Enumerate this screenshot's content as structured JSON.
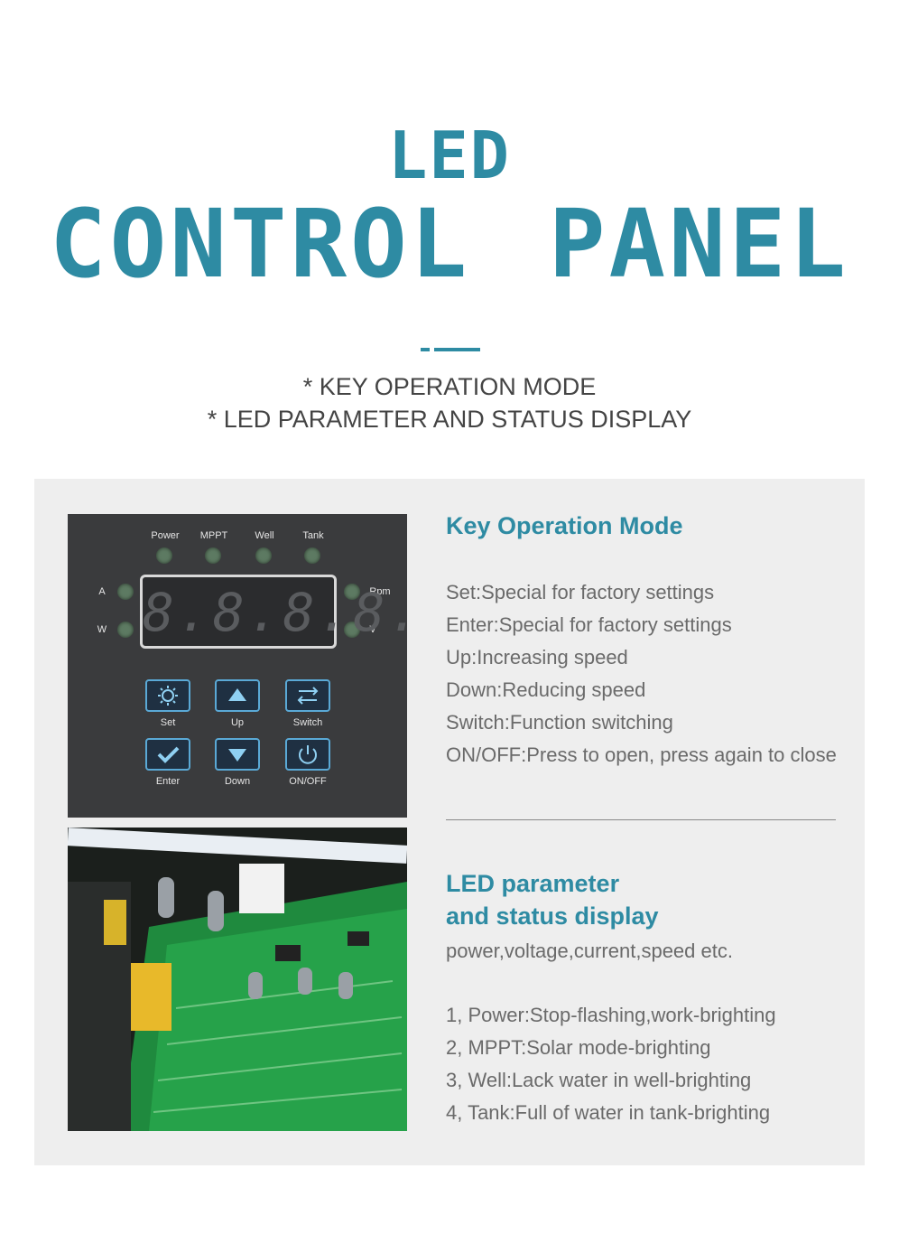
{
  "header": {
    "title_line1": "LED",
    "title_line2": "CONTROL PANEL",
    "subtitle_1": "* KEY OPERATION MODE",
    "subtitle_2": "* LED PARAMETER AND STATUS DISPLAY"
  },
  "colors": {
    "accent": "#2e8ba3",
    "panel_bg": "#eeeeee",
    "text": "#6a6a6a"
  },
  "control_panel_photo": {
    "indicators": [
      "Power",
      "MPPT",
      "Well",
      "Tank"
    ],
    "left_labels": [
      "A",
      "W"
    ],
    "right_labels": [
      "Rpm",
      "V"
    ],
    "display": "8.8.8.8.",
    "keys": [
      {
        "label": "Set",
        "icon": "gear-icon"
      },
      {
        "label": "Up",
        "icon": "triangle-up-icon"
      },
      {
        "label": "Switch",
        "icon": "swap-arrows-icon"
      },
      {
        "label": "Enter",
        "icon": "checkmark-icon"
      },
      {
        "label": "Down",
        "icon": "triangle-down-icon"
      },
      {
        "label": "ON/OFF",
        "icon": "power-icon"
      }
    ]
  },
  "key_operation": {
    "heading": "Key Operation Mode",
    "items": [
      "Set:Special for factory settings",
      "Enter:Special for factory settings",
      "Up:Increasing speed",
      "Down:Reducing speed",
      "Switch:Function switching",
      "ON/OFF:Press to open, press again to close"
    ]
  },
  "led_display": {
    "heading_line1": "LED parameter",
    "heading_line2": "and status display",
    "description": "power,voltage,current,speed etc.",
    "items": [
      "1, Power:Stop-flashing,work-brighting",
      "2, MPPT:Solar mode-brighting",
      "3, Well:Lack water in well-brighting",
      "4, Tank:Full of water in tank-brighting"
    ]
  }
}
